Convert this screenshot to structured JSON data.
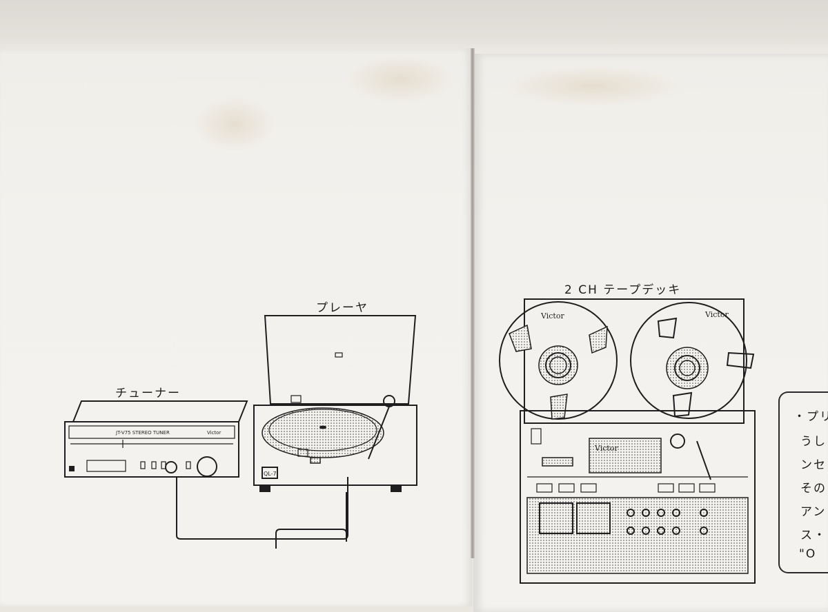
{
  "labels": {
    "tuner": "チューナー",
    "player": "プレーヤ",
    "tape_deck": "2 CH テープデッキ"
  },
  "device_text": {
    "tuner_model": "JT-V75 STEREO TUNER",
    "tuner_brand": "Victor",
    "player_badge": "QL-7",
    "reel_left_brand": "Victor",
    "reel_right_brand": "Victor",
    "deck_brand": "Victor"
  },
  "note": {
    "lines": [
      "・プリ",
      "うし",
      "ンセ",
      "その",
      "アン",
      "ス・",
      "\"O"
    ]
  }
}
